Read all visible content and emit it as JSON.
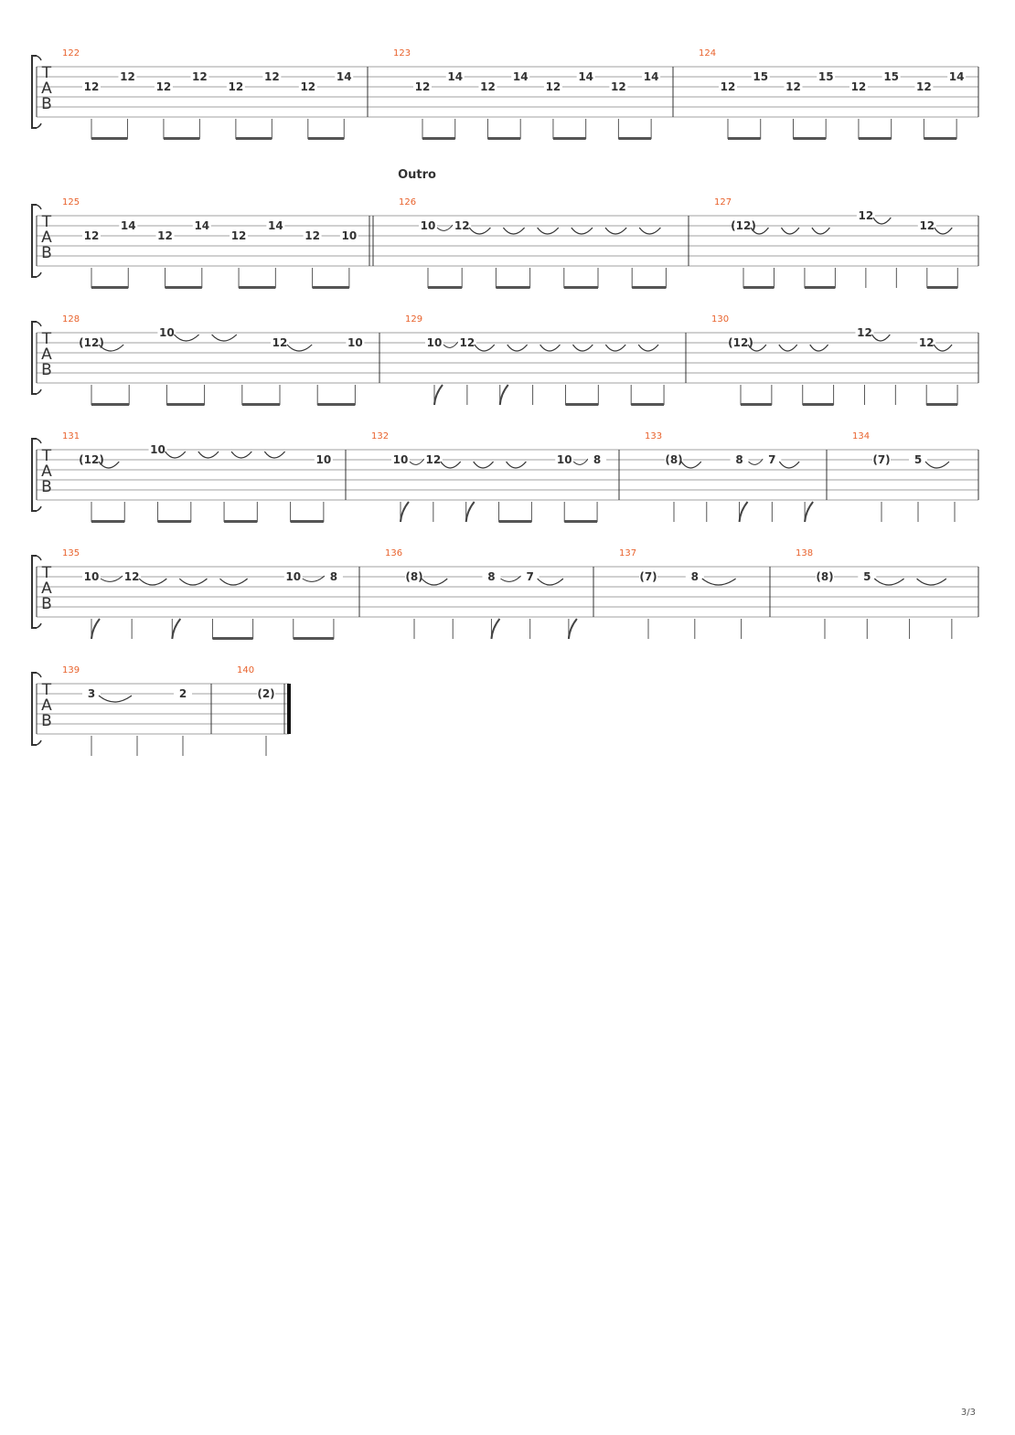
{
  "page": {
    "number": "3/3"
  },
  "clef_letters": [
    "T",
    "A",
    "B"
  ],
  "systems": [
    {
      "measures": [
        {
          "number": "122",
          "notes": [
            {
              "fret": "12",
              "string": 2,
              "beam": 1
            },
            {
              "fret": "12",
              "string": 1,
              "beam": 1
            },
            {
              "fret": "12",
              "string": 2,
              "beam": 2
            },
            {
              "fret": "12",
              "string": 1,
              "beam": 2
            },
            {
              "fret": "12",
              "string": 2,
              "beam": 3
            },
            {
              "fret": "12",
              "string": 1,
              "beam": 3
            },
            {
              "fret": "12",
              "string": 2,
              "beam": 4
            },
            {
              "fret": "14",
              "string": 1,
              "beam": 4
            }
          ]
        },
        {
          "number": "123",
          "notes": [
            {
              "fret": "12",
              "string": 2,
              "beam": 1
            },
            {
              "fret": "14",
              "string": 1,
              "beam": 1
            },
            {
              "fret": "12",
              "string": 2,
              "beam": 2
            },
            {
              "fret": "14",
              "string": 1,
              "beam": 2
            },
            {
              "fret": "12",
              "string": 2,
              "beam": 3
            },
            {
              "fret": "14",
              "string": 1,
              "beam": 3
            },
            {
              "fret": "12",
              "string": 2,
              "beam": 4
            },
            {
              "fret": "14",
              "string": 1,
              "beam": 4
            }
          ]
        },
        {
          "number": "124",
          "notes": [
            {
              "fret": "12",
              "string": 2,
              "beam": 1
            },
            {
              "fret": "15",
              "string": 1,
              "beam": 1
            },
            {
              "fret": "12",
              "string": 2,
              "beam": 2
            },
            {
              "fret": "15",
              "string": 1,
              "beam": 2
            },
            {
              "fret": "12",
              "string": 2,
              "beam": 3
            },
            {
              "fret": "15",
              "string": 1,
              "beam": 3
            },
            {
              "fret": "12",
              "string": 2,
              "beam": 4
            },
            {
              "fret": "14",
              "string": 1,
              "beam": 4
            }
          ]
        }
      ]
    },
    {
      "section": "Outro",
      "measures": [
        {
          "number": "125",
          "notes": [
            {
              "fret": "12",
              "string": 2,
              "beam": 1
            },
            {
              "fret": "14",
              "string": 1,
              "beam": 1
            },
            {
              "fret": "12",
              "string": 2,
              "beam": 2
            },
            {
              "fret": "14",
              "string": 1,
              "beam": 2
            },
            {
              "fret": "12",
              "string": 2,
              "beam": 3
            },
            {
              "fret": "14",
              "string": 1,
              "beam": 3
            },
            {
              "fret": "12",
              "string": 2,
              "beam": 4
            },
            {
              "fret": "10",
              "string": 2,
              "beam": 4
            }
          ]
        },
        {
          "number": "126",
          "notes": [
            {
              "fret": "10",
              "string": 1,
              "beam": 1,
              "slide": true
            },
            {
              "fret": "12",
              "string": 1,
              "beam": 1,
              "tie": true
            },
            {
              "fret": "",
              "string": 1,
              "beam": 2,
              "tie": true
            },
            {
              "fret": "",
              "string": 1,
              "beam": 2,
              "tie": true
            },
            {
              "fret": "",
              "string": 1,
              "beam": 3,
              "tie": true
            },
            {
              "fret": "",
              "string": 1,
              "beam": 3,
              "tie": true
            },
            {
              "fret": "",
              "string": 1,
              "beam": 4,
              "tie": true
            },
            {
              "fret": "",
              "string": 1,
              "beam": 4,
              "tie": true
            }
          ]
        },
        {
          "number": "127",
          "notes": [
            {
              "fret": "(12)",
              "string": 1,
              "beam": 1,
              "tie": true
            },
            {
              "fret": "",
              "string": 1,
              "beam": 1,
              "tie": true
            },
            {
              "fret": "",
              "string": 1,
              "beam": 2,
              "tie": true
            },
            {
              "fret": "",
              "string": 1,
              "beam": 2
            },
            {
              "fret": "12",
              "string": 0,
              "tie": true
            },
            {
              "fret": "",
              "string": 0
            },
            {
              "fret": "12",
              "string": 1,
              "beam": 3,
              "tie": true
            },
            {
              "fret": "",
              "string": 1,
              "beam": 3,
              "tie": true
            }
          ]
        }
      ]
    },
    {
      "measures": [
        {
          "number": "128",
          "notes": [
            {
              "fret": "(12)",
              "string": 1,
              "beam": 1,
              "tie": true
            },
            {
              "fret": "",
              "string": 1,
              "beam": 1
            },
            {
              "fret": "10",
              "string": 0,
              "beam": 2,
              "tie": true
            },
            {
              "fret": "",
              "string": 0,
              "beam": 2,
              "tie": true
            },
            {
              "fret": "",
              "string": 0,
              "beam": 3
            },
            {
              "fret": "12",
              "string": 1,
              "beam": 3,
              "tie": true
            },
            {
              "fret": "",
              "string": 1,
              "beam": 4
            },
            {
              "fret": "10",
              "string": 1,
              "beam": 4
            }
          ]
        },
        {
          "number": "129",
          "notes": [
            {
              "fret": "10",
              "string": 1,
              "flag": true,
              "slide": true
            },
            {
              "fret": "12",
              "string": 1,
              "tie": true
            },
            {
              "fret": "",
              "string": 1,
              "flag": true,
              "tie": true
            },
            {
              "fret": "",
              "string": 1,
              "tie": true
            },
            {
              "fret": "",
              "string": 1,
              "beam": 1,
              "tie": true
            },
            {
              "fret": "",
              "string": 1,
              "beam": 1,
              "tie": true
            },
            {
              "fret": "",
              "string": 1,
              "beam": 2,
              "tie": true
            },
            {
              "fret": "",
              "string": 1,
              "beam": 2,
              "tie": true
            }
          ]
        },
        {
          "number": "130",
          "notes": [
            {
              "fret": "(12)",
              "string": 1,
              "beam": 1,
              "tie": true
            },
            {
              "fret": "",
              "string": 1,
              "beam": 1,
              "tie": true
            },
            {
              "fret": "",
              "string": 1,
              "beam": 2,
              "tie": true
            },
            {
              "fret": "",
              "string": 1,
              "beam": 2
            },
            {
              "fret": "12",
              "string": 0,
              "tie": true
            },
            {
              "fret": "",
              "string": 0
            },
            {
              "fret": "12",
              "string": 1,
              "beam": 3,
              "tie": true
            },
            {
              "fret": "",
              "string": 1,
              "beam": 3,
              "tie": true
            }
          ]
        }
      ]
    },
    {
      "measures": [
        {
          "number": "131",
          "notes": [
            {
              "fret": "(12)",
              "string": 1,
              "beam": 1,
              "tie": true
            },
            {
              "fret": "",
              "string": 1,
              "beam": 1
            },
            {
              "fret": "10",
              "string": 0,
              "beam": 2,
              "tie": true
            },
            {
              "fret": "",
              "string": 0,
              "beam": 2,
              "tie": true
            },
            {
              "fret": "",
              "string": 0,
              "beam": 3,
              "tie": true
            },
            {
              "fret": "",
              "string": 0,
              "beam": 3,
              "tie": true
            },
            {
              "fret": "",
              "string": 0,
              "beam": 4
            },
            {
              "fret": "10",
              "string": 1,
              "beam": 4
            }
          ]
        },
        {
          "number": "132",
          "notes": [
            {
              "fret": "10",
              "string": 1,
              "flag": true,
              "slide": true
            },
            {
              "fret": "12",
              "string": 1,
              "tie": true
            },
            {
              "fret": "",
              "string": 1,
              "flag": true,
              "tie": true
            },
            {
              "fret": "",
              "string": 1,
              "beam": 1,
              "tie": true
            },
            {
              "fret": "",
              "string": 1,
              "beam": 1
            },
            {
              "fret": "10",
              "string": 1,
              "beam": 2,
              "slide": true
            },
            {
              "fret": "8",
              "string": 1,
              "beam": 2,
              "tie": true
            }
          ]
        },
        {
          "number": "133",
          "notes": [
            {
              "fret": "(8)",
              "string": 1,
              "tie": true
            },
            {
              "fret": "",
              "string": 1
            },
            {
              "fret": "8",
              "string": 1,
              "flag": true,
              "slide": true
            },
            {
              "fret": "7",
              "string": 1,
              "tie": true
            },
            {
              "fret": "",
              "string": 1,
              "flag": true,
              "tie": true
            }
          ]
        },
        {
          "number": "134",
          "notes": [
            {
              "fret": "(7)",
              "string": 1
            },
            {
              "fret": "5",
              "string": 1,
              "tie": true
            },
            {
              "fret": "",
              "string": 1
            }
          ]
        }
      ]
    },
    {
      "measures": [
        {
          "number": "135",
          "notes": [
            {
              "fret": "10",
              "string": 1,
              "flag": true,
              "slide": true
            },
            {
              "fret": "12",
              "string": 1,
              "tie": true
            },
            {
              "fret": "",
              "string": 1,
              "flag": true,
              "tie": true
            },
            {
              "fret": "",
              "string": 1,
              "beam": 1,
              "tie": true
            },
            {
              "fret": "",
              "string": 1,
              "beam": 1
            },
            {
              "fret": "10",
              "string": 1,
              "beam": 2,
              "slide": true
            },
            {
              "fret": "8",
              "string": 1,
              "beam": 2,
              "tie": true
            }
          ]
        },
        {
          "number": "136",
          "notes": [
            {
              "fret": "(8)",
              "string": 1,
              "tie": true
            },
            {
              "fret": "",
              "string": 1
            },
            {
              "fret": "8",
              "string": 1,
              "flag": true,
              "slide": true
            },
            {
              "fret": "7",
              "string": 1,
              "tie": true
            },
            {
              "fret": "",
              "string": 1,
              "flag": true,
              "tie": true
            }
          ]
        },
        {
          "number": "137",
          "notes": [
            {
              "fret": "(7)",
              "string": 1
            },
            {
              "fret": "8",
              "string": 1,
              "tie": true
            },
            {
              "fret": "",
              "string": 1,
              "tie": true
            }
          ]
        },
        {
          "number": "138",
          "notes": [
            {
              "fret": "(8)",
              "string": 1
            },
            {
              "fret": "5",
              "string": 1,
              "tie": true
            },
            {
              "fret": "",
              "string": 1,
              "tie": true
            },
            {
              "fret": "",
              "string": 1
            }
          ]
        }
      ]
    },
    {
      "measures": [
        {
          "number": "139",
          "notes": [
            {
              "fret": "3",
              "string": 1,
              "tie": true
            },
            {
              "fret": "",
              "string": 1
            },
            {
              "fret": "2",
              "string": 1,
              "tie": true
            }
          ]
        },
        {
          "number": "140",
          "notes": [
            {
              "fret": "(2)",
              "string": 1
            }
          ]
        }
      ]
    }
  ]
}
